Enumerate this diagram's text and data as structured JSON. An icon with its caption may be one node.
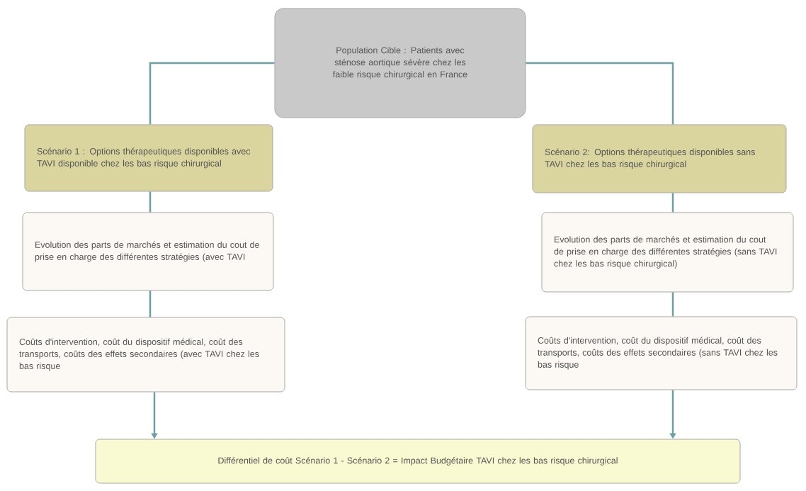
{
  "diagram": {
    "nodes": [
      {
        "text": [
          "Population Cible : Patients avec sténose aortique sévère chez les faible risque chirurgical  en France"
        ]
      },
      {
        "text": [
          "Scénario 1 : Options thérapeutiques disponibles avec TAVI disponible chez les bas risque chirurgical"
        ]
      },
      {
        "text": [
          "Scénario 2: Options thérapeutiques disponibles sans TAVI chez les bas risque chirurgical"
        ]
      },
      {
        "text": [
          "Evolution des parts de marchés et estimation du cout de prise en charge des différentes stratégies (avec TAVI"
        ]
      },
      {
        "text": [
          "Evolution des parts de marchés et estimation du cout de prise en charge des différentes stratégies (sans TAVI chez les bas risque chirurgical)"
        ]
      },
      {
        "text": [
          "Coûts d'intervention, coût du dispositif médical, coût des transports, coûts des effets secondaires (avec TAVI chez les bas risque"
        ]
      },
      {
        "text": [
          "Coûts d'intervention, coût du dispositif médical, coût des transports, coûts des effets secondaires (sans TAVI chez les bas risque"
        ]
      },
      {
        "text": [
          "Différentiel de coût Scénario 1 - Scénario 2 = Impact Budgétaire TAVI chez les bas risque chirurgical"
        ]
      }
    ],
    "edges": [
      {
        "from": 0,
        "to": 1,
        "arrow": "none"
      },
      {
        "from": 0,
        "to": 2,
        "arrow": "none"
      },
      {
        "from": 1,
        "to": 3,
        "arrow": "none"
      },
      {
        "from": 2,
        "to": 4,
        "arrow": "none"
      },
      {
        "from": 3,
        "to": 5,
        "arrow": "none"
      },
      {
        "from": 4,
        "to": 6,
        "arrow": "none"
      },
      {
        "from": 5,
        "to": 7,
        "arrow": "to"
      },
      {
        "from": 6,
        "to": 7,
        "arrow": "to"
      }
    ]
  }
}
